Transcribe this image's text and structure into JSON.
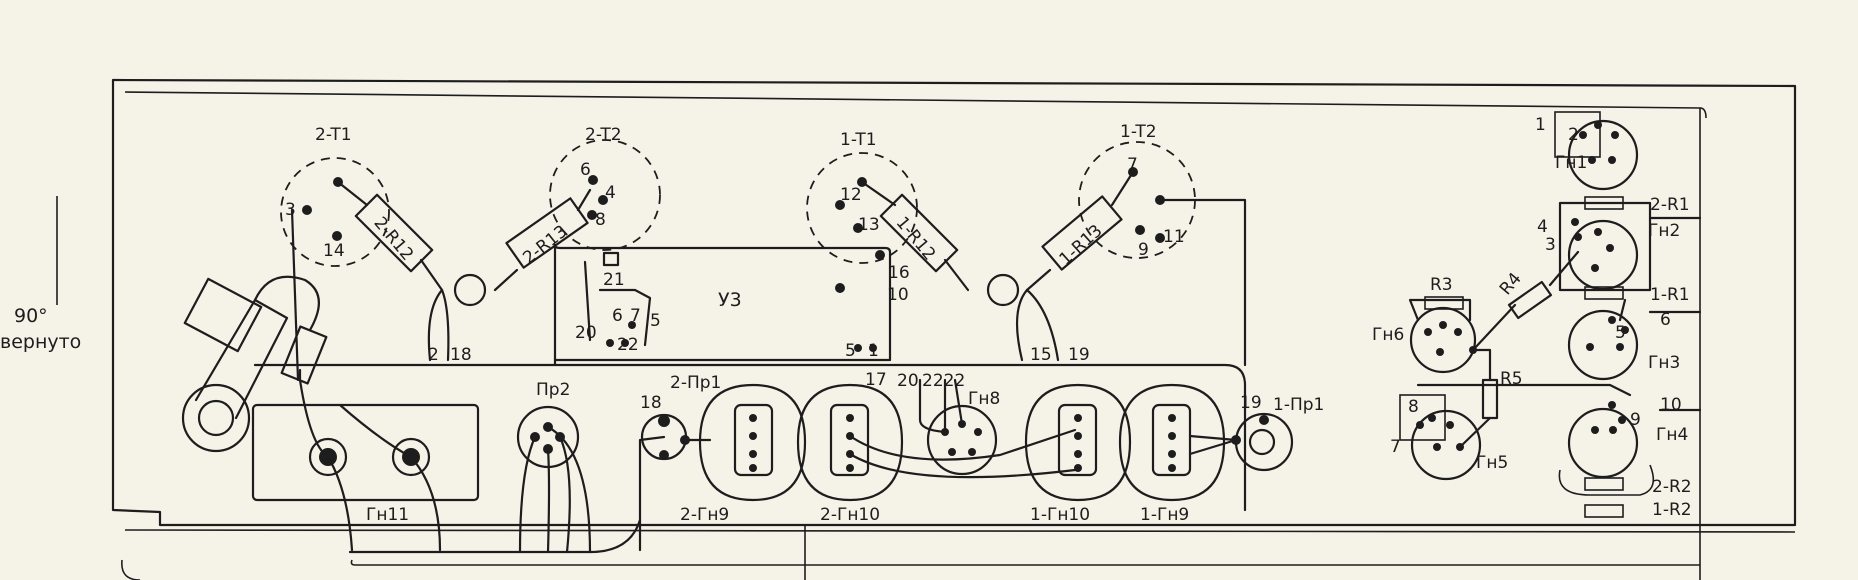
{
  "side_note": {
    "angle": "90°",
    "word": "вернуто"
  },
  "tubes": {
    "t1_2": "2-T1",
    "t2_2": "2-T2",
    "t1_1": "1-T1",
    "t2_1": "1-T2"
  },
  "resistors": {
    "r12_2": "2-R12",
    "r13_2": "2-R13",
    "r12_1": "1-R12",
    "r13_1": "1-R13",
    "r1_2": "2-R1",
    "r1_1": "1-R1",
    "r3": "R3",
    "r4": "R4",
    "r5": "R5",
    "r2_2": "2-R2",
    "r2_1": "1-R2"
  },
  "blocks": {
    "u3": "У3",
    "pr2": "Пр2",
    "pr1_2": "2-Пр1",
    "pr1_1": "1-Пр1"
  },
  "sockets": {
    "gn1": "Гн1",
    "gn2": "Гн2",
    "gn3": "Гн3",
    "gn4": "Гн4",
    "gn5": "Гн5",
    "gn6": "Гн6",
    "gn8": "Гн8",
    "gn9_2": "2-Гн9",
    "gn10_2": "2-Гн10",
    "gn10_1": "1-Гн10",
    "gn9_1": "1-Гн9",
    "gn11": "Гн11"
  },
  "pins": {
    "p3": "3",
    "p14": "14",
    "p6": "6",
    "p4": "4",
    "p8": "8",
    "p12": "12",
    "p13": "13",
    "p16": "16",
    "p10": "10",
    "p7": "7",
    "p9": "9",
    "p11": "11",
    "p21": "21",
    "p6b": "6",
    "p7b": "7",
    "p5": "5",
    "p20": "20",
    "p22": "22",
    "p5b": "5",
    "p1b": "1",
    "p2a": "2",
    "p18a": "18",
    "p15": "15",
    "p19a": "19",
    "p18b": "18",
    "p17": "17",
    "p20b": "20",
    "p222": "2222",
    "p19b": "19",
    "b1": "1",
    "b2": "2",
    "b10": "10",
    "b4": "4",
    "b9": "9",
    "b8": "8",
    "g1": "1",
    "g2": "2",
    "g4": "4",
    "g3": "3",
    "g5": "5",
    "g6": "6",
    "g8": "8",
    "g7": "7",
    "g10": "10",
    "g9": "9"
  }
}
